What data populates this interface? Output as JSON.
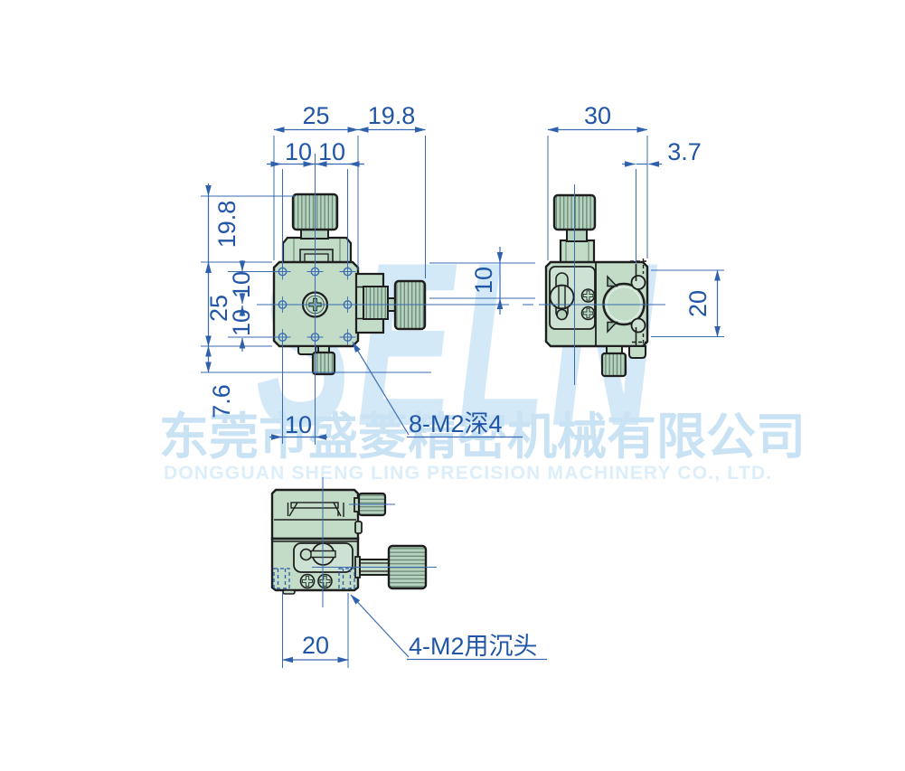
{
  "watermark": {
    "brand": "SELN",
    "company_cn": "东莞市盛菱精密机械有限公司",
    "company_en": "DONGGUAN SHENG LING PRECISION MACHINERY CO., LTD.",
    "brand_color": "#d4e9f8",
    "company_cn_color": "#c9e3f5",
    "company_en_color": "#ddeefb"
  },
  "colors": {
    "dimension_blue": "#2156a6",
    "line_blue": "#3a6ab2",
    "outline_black": "#1e1e1e",
    "body_green": "#c2dcc8",
    "panel_green": "#cde2d2",
    "knob_green": "#b5d2bf"
  },
  "dims": {
    "front_top_width": "25",
    "front_top_right": "19.8",
    "front_top_pitch_a": "10",
    "front_top_pitch_b": "10",
    "front_left_knob": "19.8",
    "front_left_height": "25",
    "front_left_pitch_a": "10",
    "front_left_pitch_b": "10",
    "front_left_foot": "7.6",
    "front_bottom_offset": "10",
    "front_right_offset": "10",
    "side_width": "30",
    "side_plate": "3.7",
    "side_height": "20",
    "bottom_spacing": "20"
  },
  "annotations": {
    "front_holes": "8-M2深4",
    "bottom_holes": "4-M2用沉头"
  }
}
